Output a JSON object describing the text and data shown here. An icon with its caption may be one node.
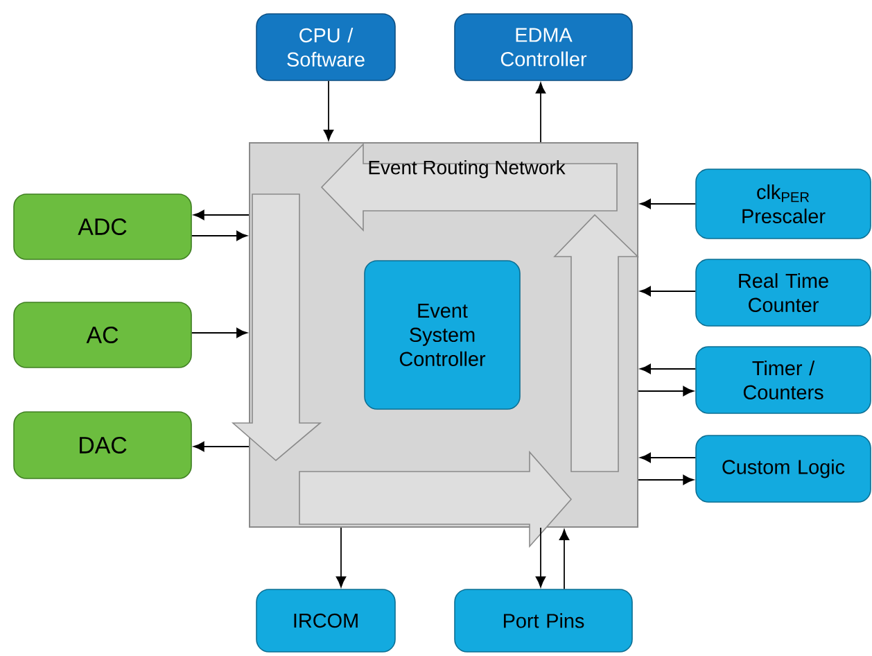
{
  "diagram": {
    "nodes": [
      {
        "text": [
          "CPU / Software"
        ]
      },
      {
        "text": [
          "EDMA Controller"
        ]
      },
      {
        "text": [
          "Event Routing Network"
        ]
      },
      {
        "text": [
          "Event System Controller"
        ],
        "in": 2
      },
      {
        "text": [
          "ADC"
        ]
      },
      {
        "text": [
          "AC"
        ]
      },
      {
        "text": [
          "DAC"
        ]
      },
      {
        "text": [
          "clk$_{PER}$ Prescaler"
        ]
      },
      {
        "text": [
          "Real Time Counter"
        ]
      },
      {
        "text": [
          "Timer / Counters"
        ]
      },
      {
        "text": [
          "Custom Logic"
        ]
      },
      {
        "text": [
          "IRCOM"
        ]
      },
      {
        "text": [
          "Port Pins"
        ]
      }
    ],
    "edges": [
      {
        "from": 0,
        "to": 2,
        "arrow": "to"
      },
      {
        "from": 2,
        "to": 1,
        "arrow": "to"
      },
      {
        "from": 2,
        "to": 4,
        "arrow": "to"
      },
      {
        "from": 4,
        "to": 2,
        "arrow": "to"
      },
      {
        "from": 5,
        "to": 2,
        "arrow": "to"
      },
      {
        "from": 2,
        "to": 6,
        "arrow": "to"
      },
      {
        "from": 7,
        "to": 2,
        "arrow": "to"
      },
      {
        "from": 8,
        "to": 2,
        "arrow": "to"
      },
      {
        "from": 9,
        "to": 2,
        "arrow": "to"
      },
      {
        "from": 2,
        "to": 9,
        "arrow": "to"
      },
      {
        "from": 10,
        "to": 2,
        "arrow": "to"
      },
      {
        "from": 2,
        "to": 10,
        "arrow": "to"
      },
      {
        "from": 2,
        "to": 11,
        "arrow": "to"
      },
      {
        "from": 2,
        "to": 12,
        "arrow": "to"
      },
      {
        "from": 12,
        "to": 2,
        "arrow": "to"
      }
    ]
  }
}
